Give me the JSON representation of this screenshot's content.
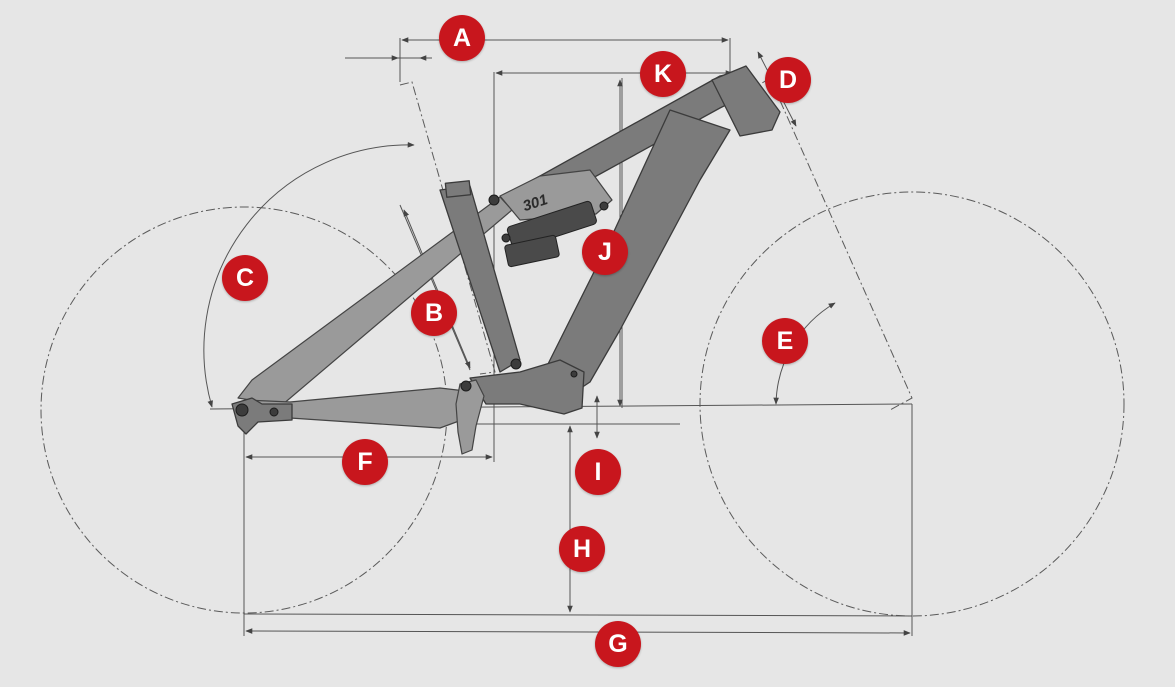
{
  "markers": [
    {
      "id": "A",
      "label": "A"
    },
    {
      "id": "B",
      "label": "B"
    },
    {
      "id": "C",
      "label": "C"
    },
    {
      "id": "D",
      "label": "D"
    },
    {
      "id": "E",
      "label": "E"
    },
    {
      "id": "F",
      "label": "F"
    },
    {
      "id": "G",
      "label": "G"
    },
    {
      "id": "H",
      "label": "H"
    },
    {
      "id": "I",
      "label": "I"
    },
    {
      "id": "J",
      "label": "J"
    },
    {
      "id": "K",
      "label": "K"
    }
  ],
  "frame_logo": "301",
  "colors": {
    "marker": "#c8161d",
    "background": "#e6e6e6",
    "frame": "#7b7b7b"
  }
}
